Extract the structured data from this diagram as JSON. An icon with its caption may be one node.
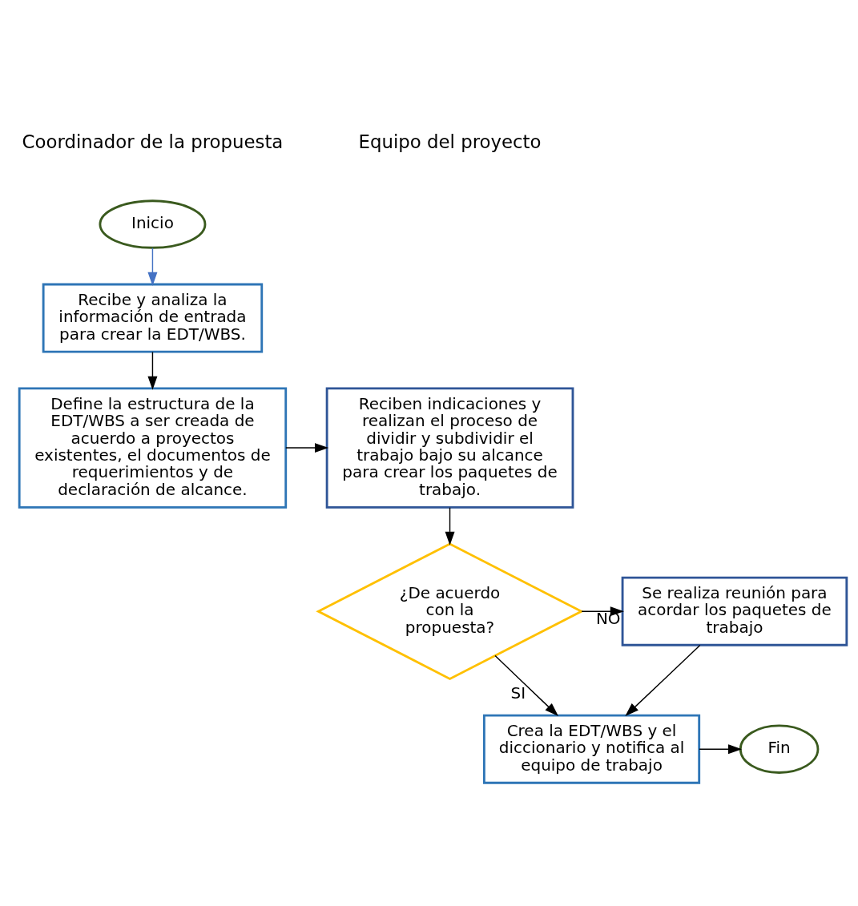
{
  "diagram": {
    "nodes": [
      {
        "text": [
          "Inicio"
        ]
      },
      {
        "text": [
          "Recibe y analiza la información de entrada para crear la EDT/WBS."
        ]
      },
      {
        "text": [
          "Define la estructura de la EDT/WBS a ser creada de acuerdo a proyectos existentes, el documentos de requerimientos y de declaración de alcance."
        ]
      },
      {
        "text": [
          "Reciben indicaciones y realizan el proceso de dividir y subdividir el trabajo bajo su alcance para crear los paquetes de trabajo."
        ]
      },
      {
        "text": [
          "¿De acuerdo con la propuesta?"
        ]
      },
      {
        "text": [
          "Se realiza reunión para acordar los paquetes de trabajo"
        ]
      },
      {
        "text": [
          "Crea la EDT/WBS y el diccionario y notifica al equipo de trabajo"
        ]
      },
      {
        "text": [
          "Fin"
        ]
      }
    ],
    "edges": [
      {
        "from": 0,
        "to": 1,
        "arrow": "to",
        "color": "#4472c4"
      },
      {
        "from": 1,
        "to": 2,
        "arrow": "to"
      },
      {
        "from": 2,
        "to": 3,
        "arrow": "to"
      },
      {
        "from": 3,
        "to": 4,
        "arrow": "to"
      },
      {
        "from": 4,
        "to": 6,
        "arrow": "to",
        "label": "SI"
      },
      {
        "from": 4,
        "to": 5,
        "arrow": "to",
        "label": "NO"
      },
      {
        "from": 5,
        "to": 6,
        "arrow": "to"
      },
      {
        "from": 6,
        "to": 7,
        "arrow": "to"
      }
    ],
    "labels": [
      "Coordinador de la propuesta",
      "Equipo del proyecto"
    ]
  }
}
